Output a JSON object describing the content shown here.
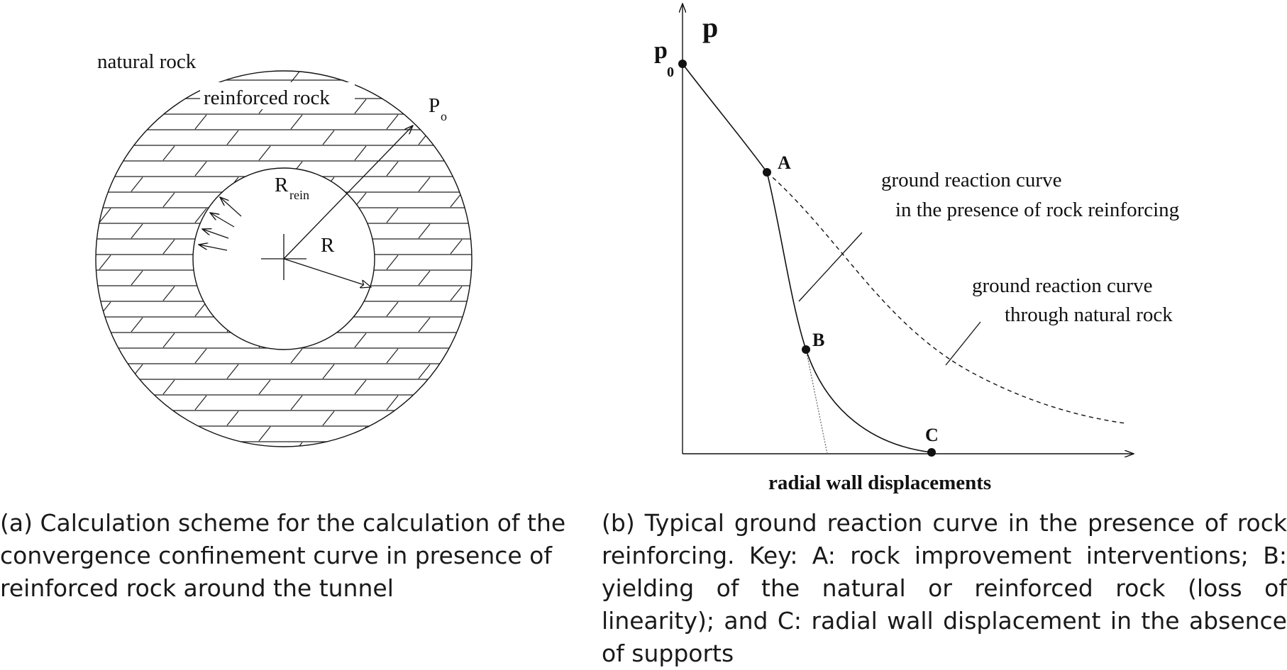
{
  "diagram_a": {
    "labels": {
      "natural_rock": "natural rock",
      "reinforced_rock": "reinforced rock",
      "p_o": "P",
      "p_o_sub": "o",
      "r_rein": "R",
      "r_rein_sub": "rein",
      "r": "R"
    },
    "caption_lines": [
      "(a) Calculation scheme for the calculation of the",
      "convergence confinement curve in presence of",
      "reinforced rock around the tunnel"
    ]
  },
  "diagram_b": {
    "labels": {
      "y_axis": "p",
      "p0": "p",
      "p0_sub": "0",
      "point_a": "A",
      "point_b": "B",
      "point_c": "C",
      "x_axis": "radial wall displacements",
      "reinforced_curve_line1": "ground reaction curve",
      "reinforced_curve_line2": "in the presence of rock reinforcing",
      "natural_curve_line1": "ground reaction curve",
      "natural_curve_line2": "through natural rock"
    },
    "caption": "(b) Typical ground reaction curve in the presence of rock reinforcing. Key: A: rock improvement interventions; B: yielding of the natural or reinforced rock (loss of linearity); and C: radial wall displacement in the absence of supports"
  }
}
